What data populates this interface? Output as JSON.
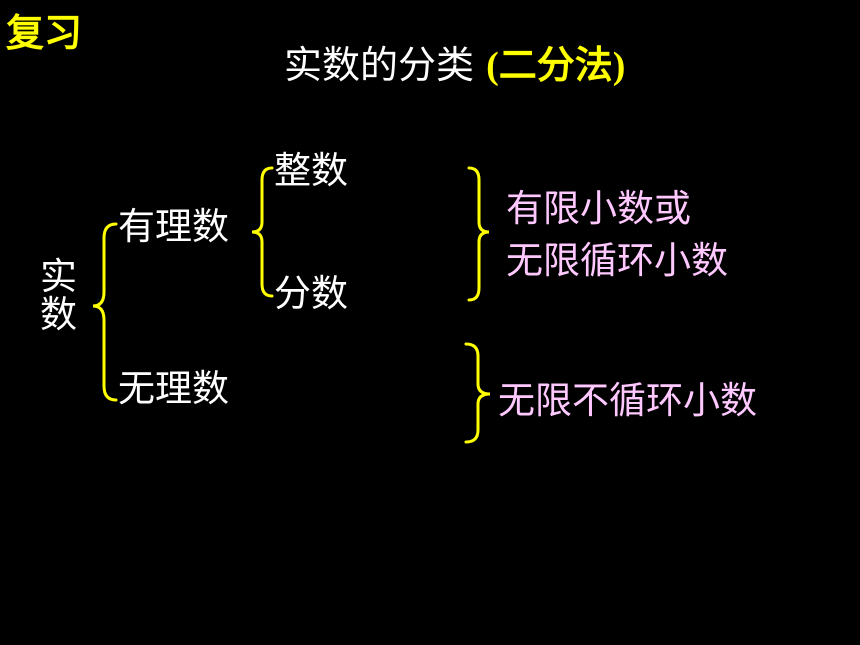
{
  "corner_label": "复习",
  "title": {
    "main": "实数的分类",
    "method": "(二分法)"
  },
  "tree": {
    "root": [
      "实",
      "数"
    ],
    "rational": "有理数",
    "irrational": "无理数",
    "integer": "整数",
    "fraction": "分数"
  },
  "notes": {
    "rational_line1": "有限小数或",
    "rational_line2": "无限循环小数",
    "irrational": "无限不循环小数"
  },
  "colors": {
    "background": "#000000",
    "accent_yellow": "#ffff00",
    "text_white": "#ffffff",
    "note_pink": "#ffc8ff",
    "title_paren": "#ffff00"
  }
}
